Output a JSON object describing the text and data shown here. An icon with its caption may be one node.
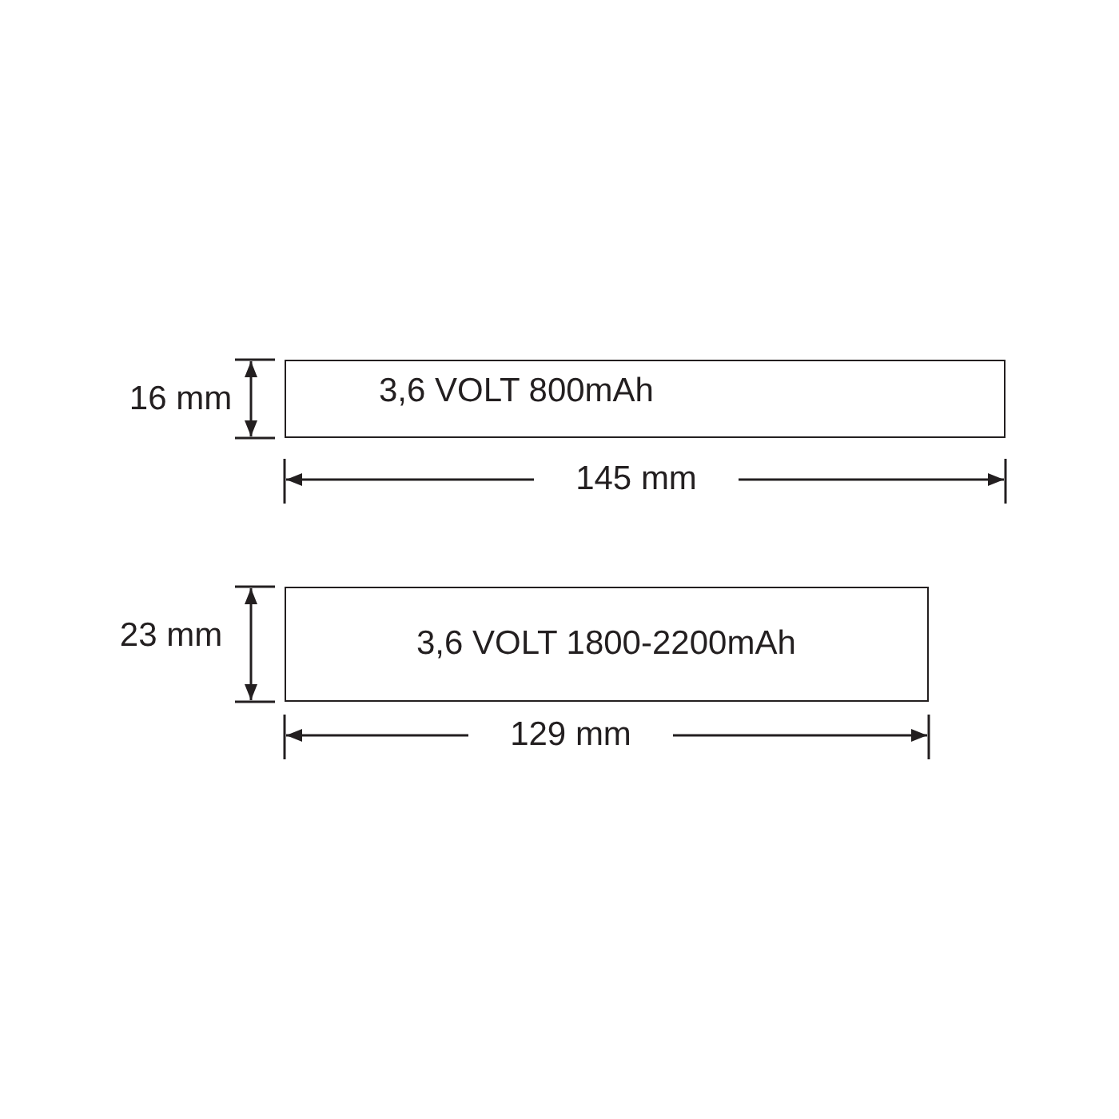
{
  "diagram": {
    "nodes": [
      {
        "text": [
          "3,6 VOLT 800mAh"
        ]
      },
      {
        "text": [
          "3,6 VOLT 1800-2200mAh"
        ]
      }
    ],
    "edges": [],
    "labels": [
      "16 mm",
      "145 mm",
      "23 mm",
      "129 mm"
    ]
  }
}
